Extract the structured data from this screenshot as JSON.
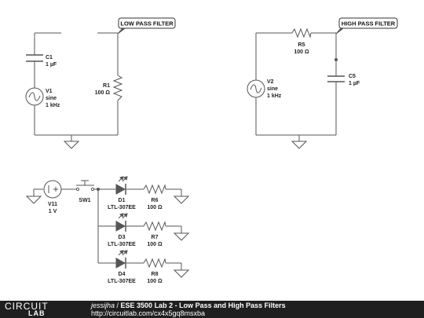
{
  "circuit": {
    "lowpass": {
      "tag": "LOW PASS FILTER",
      "c1": {
        "name": "C1",
        "value": "1 µF"
      },
      "r1": {
        "name": "R1",
        "value": "100 Ω"
      },
      "v1": {
        "name": "V1",
        "type": "sine",
        "freq": "1 kHz"
      }
    },
    "highpass": {
      "tag": "HIGH PASS FILTER",
      "r5": {
        "name": "R5",
        "value": "100 Ω"
      },
      "c5": {
        "name": "C5",
        "value": "1 µF"
      },
      "v2": {
        "name": "V2",
        "type": "sine",
        "freq": "1 kHz"
      }
    },
    "led": {
      "v11": {
        "name": "V11",
        "value": "1 V"
      },
      "sw1": {
        "name": "SW1"
      },
      "d1": {
        "name": "D1",
        "part": "LTL-307EE"
      },
      "d3": {
        "name": "D3",
        "part": "LTL-307EE"
      },
      "d4": {
        "name": "D4",
        "part": "LTL-307EE"
      },
      "r6": {
        "name": "R6",
        "value": "100 Ω"
      },
      "r7": {
        "name": "R7",
        "value": "100 Ω"
      },
      "r8": {
        "name": "R8",
        "value": "100 Ω"
      }
    }
  },
  "footer": {
    "logo_top": "CIRCUIT",
    "logo_bottom": "LAB",
    "author": "jessijha",
    "separator": " / ",
    "title": "ESE 3500 Lab 2 - Low Pass and High Pass Filters",
    "url": "http://circuitlab.com/cx4x5gq8msxba"
  }
}
